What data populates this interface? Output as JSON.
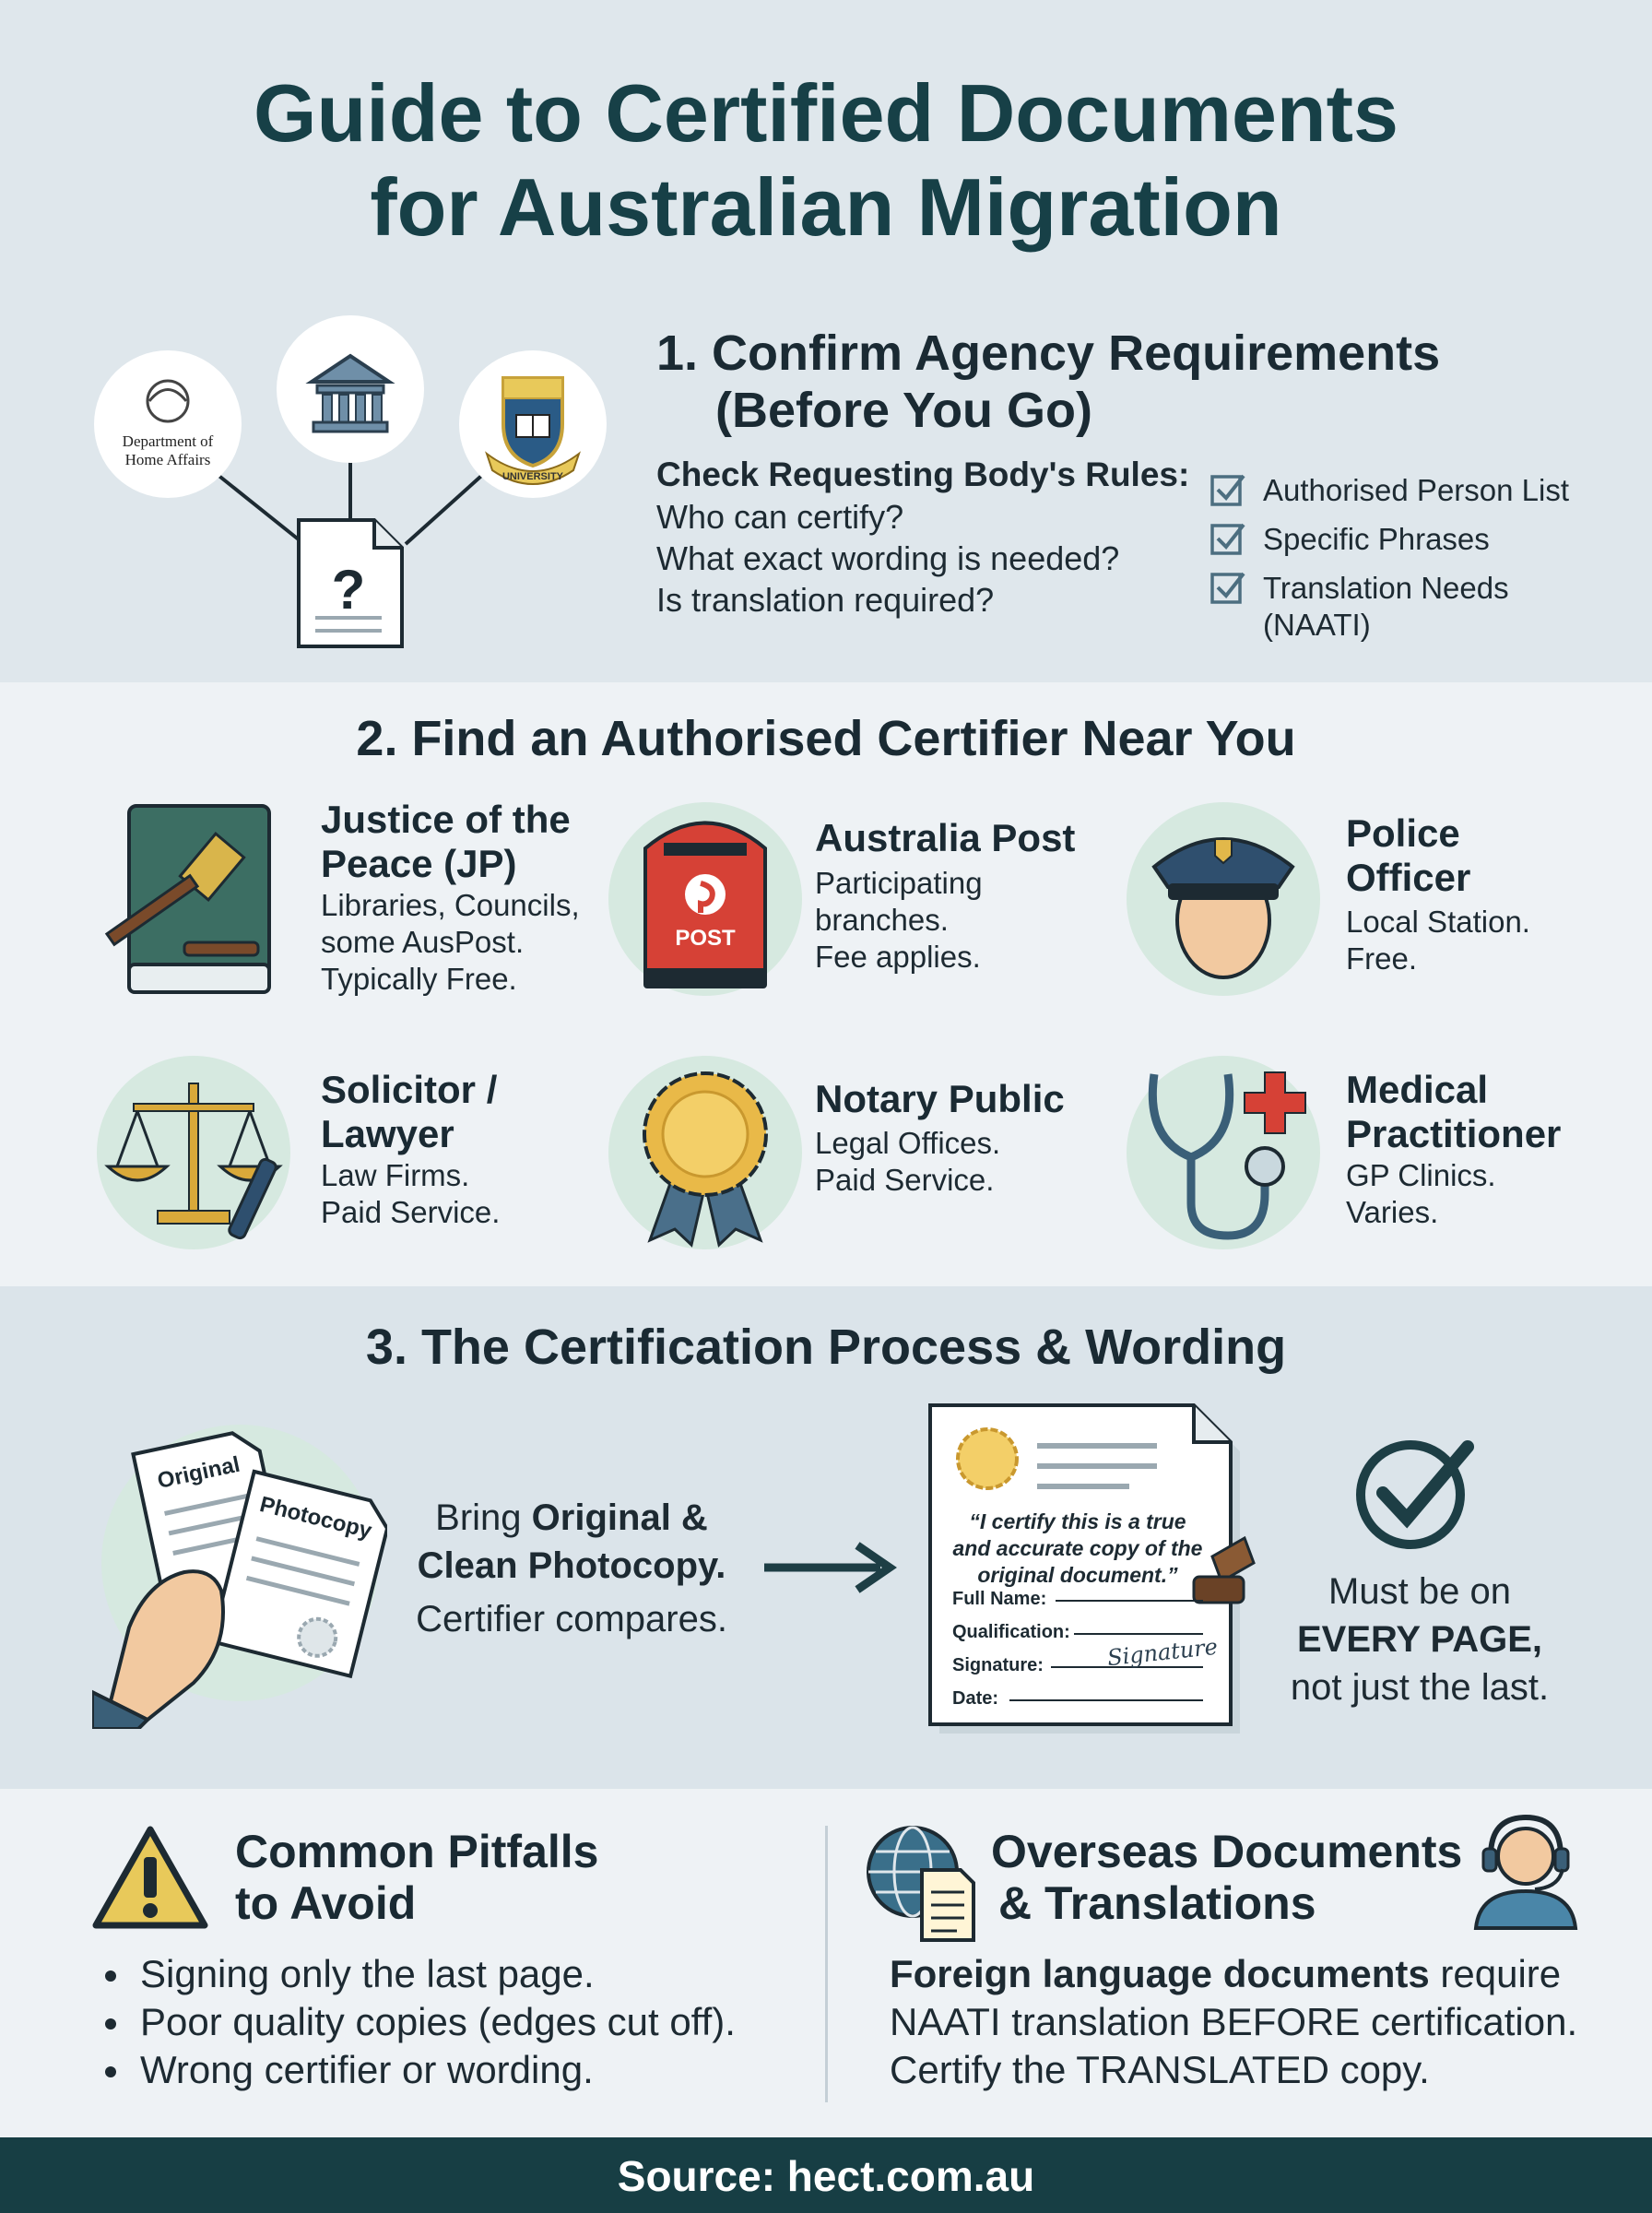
{
  "title_line1": "Guide to Certified Documents",
  "title_line2": "for Australian Migration",
  "step1": {
    "heading_line1": "1. Confirm Agency Requirements",
    "heading_line2": "(Before You Go)",
    "subheading": "Check Requesting Body's Rules:",
    "questions": [
      "Who can certify?",
      "What exact wording is needed?",
      "Is translation required?"
    ],
    "checklist": [
      "Authorised Person List",
      "Specific Phrases",
      "Translation Needs",
      "(NAATI)"
    ],
    "icon_labels": {
      "dept_line1": "Department of",
      "dept_line2": "Home Affairs",
      "university": "UNIVERSITY"
    }
  },
  "step2": {
    "heading": "2. Find an Authorised Certifier Near You",
    "certifiers": [
      {
        "title_line1": "Justice of the",
        "title_line2": "Peace (JP)",
        "desc": [
          "Libraries, Councils,",
          "some AusPost.",
          "Typically Free."
        ],
        "icon": "gavel-book-icon"
      },
      {
        "title_line1": "Australia Post",
        "title_line2": "",
        "desc": [
          "Participating",
          "branches.",
          "Fee applies."
        ],
        "icon": "post-box-icon",
        "icon_text": "POST"
      },
      {
        "title_line1": "Police",
        "title_line2": "Officer",
        "desc": [
          "Local Station.",
          "Free."
        ],
        "icon": "police-officer-icon"
      },
      {
        "title_line1": "Solicitor /",
        "title_line2": "Lawyer",
        "desc": [
          "Law Firms.",
          "Paid Service."
        ],
        "icon": "scales-pen-icon"
      },
      {
        "title_line1": "Notary Public",
        "title_line2": "",
        "desc": [
          "Legal Offices.",
          "Paid Service."
        ],
        "icon": "rosette-icon"
      },
      {
        "title_line1": "Medical",
        "title_line2": "Practitioner",
        "desc": [
          "GP Clinics.",
          "Varies."
        ],
        "icon": "stethoscope-icon"
      }
    ]
  },
  "step3": {
    "heading": "3. The Certification Process & Wording",
    "bring_prefix": "Bring ",
    "bring_bold1": "Original &",
    "bring_bold2": "Clean Photocopy.",
    "compares": "Certifier compares.",
    "paper_original": "Original",
    "paper_photocopy": "Photocopy",
    "quote_line1": "“I certify this is a true",
    "quote_line2": "and accurate copy of the",
    "quote_line3": "original document.”",
    "fields": [
      "Full Name:",
      "Qualification:",
      "Signature:",
      "Date:"
    ],
    "signature": "Signature",
    "every_page_line1": "Must be on",
    "every_page_line2": "EVERY PAGE,",
    "every_page_line3": "not just the last."
  },
  "pitfalls": {
    "heading_line1": "Common Pitfalls",
    "heading_line2": "to Avoid",
    "items": [
      "Signing only the last page.",
      "Poor quality copies (edges cut off).",
      "Wrong certifier or wording."
    ]
  },
  "overseas": {
    "heading_line1": "Overseas Documents",
    "heading_line2": "& Translations",
    "bold": "Foreign language documents",
    "line1_rest": " require",
    "line2": "NAATI translation BEFORE certification.",
    "line3": "Certify the TRANSLATED copy."
  },
  "footer": "Source: hect.com.au",
  "colors": {
    "brand_dark": "#174047",
    "accent_green": "#d6e9e0",
    "footer_bg": "#173e44"
  }
}
